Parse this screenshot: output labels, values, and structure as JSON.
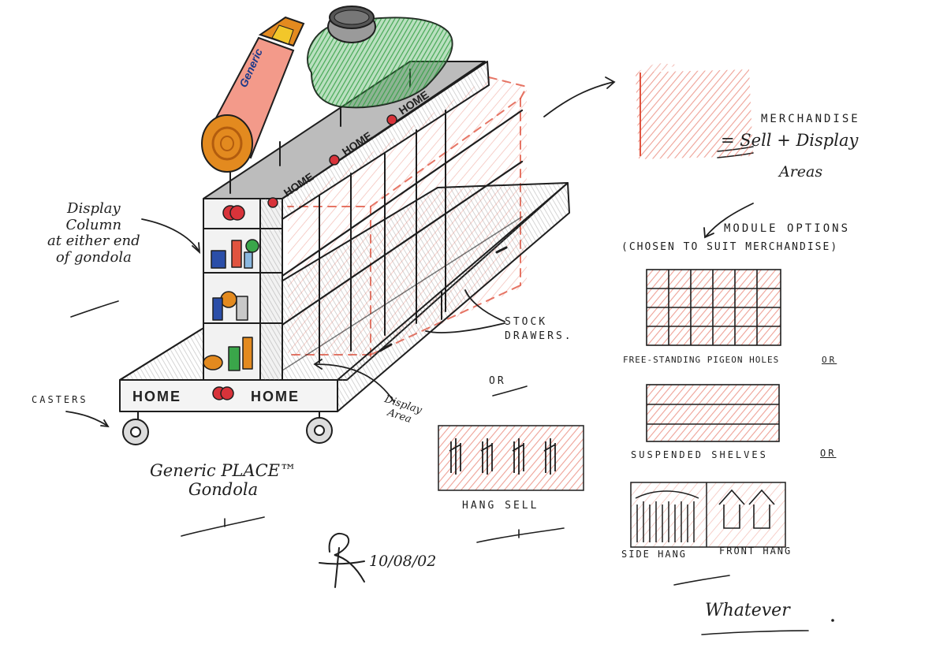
{
  "gondola": {
    "sign_word": "HOME",
    "title_line1": "Generic PLACE™",
    "title_line2": "Gondola",
    "tube_brand": "Generic"
  },
  "labels": {
    "display_column": [
      "Display",
      "Column",
      "at either end",
      "of gondola"
    ],
    "casters": "CASTERS",
    "display_area": [
      "Display",
      "Area"
    ],
    "stock_drawers": [
      "STOCK",
      "DRAWERS."
    ],
    "or": "OR"
  },
  "merchandise": {
    "line1": "MERCHANDISE",
    "line2": "= Sell + Display",
    "line3": "Areas"
  },
  "module_options": {
    "title": "MODULE  OPTIONS",
    "subtitle": "(CHOSEN TO SUIT MERCHANDISE)",
    "pigeon_holes": "FREE-STANDING PIGEON HOLES",
    "or1": "OR",
    "suspended_shelves": "SUSPENDED SHELVES",
    "or2": "OR",
    "side_hang": "SIDE HANG",
    "front_hang": "FRONT HANG",
    "whatever": "Whatever"
  },
  "hang_sell": "HANG SELL",
  "signature": {
    "date": "10/08/02"
  },
  "colors": {
    "ink": "#1e1e1e",
    "red_hatch": "#e0533f",
    "green": "#3aa64a",
    "orange": "#e38a1f",
    "grey": "#8e8e8e",
    "blue": "#2b4ea8"
  }
}
